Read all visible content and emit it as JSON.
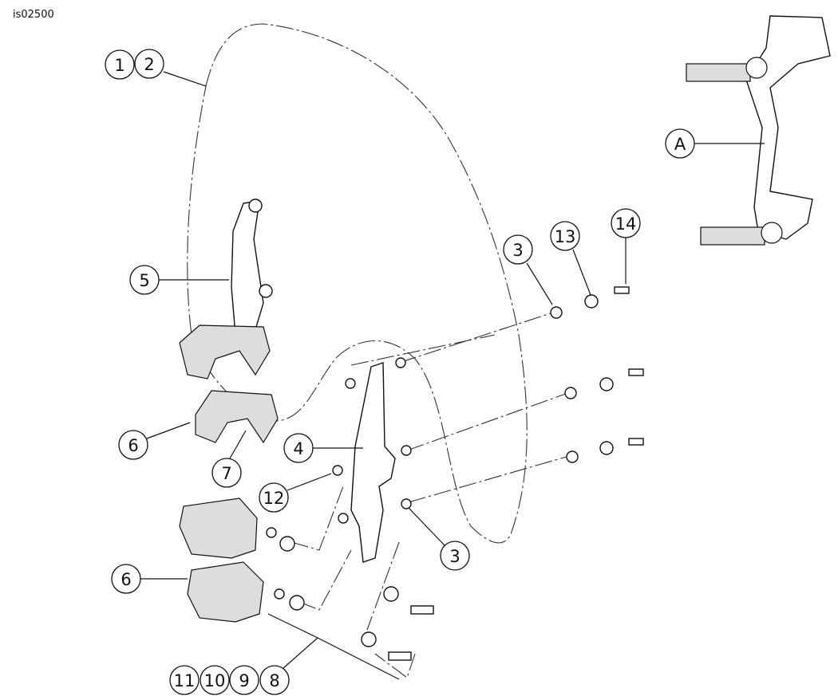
{
  "drawing_code": "is02500",
  "callouts": {
    "c1": "1",
    "c2": "2",
    "cA": "A",
    "c14": "14",
    "c13": "13",
    "c3a": "3",
    "c5": "5",
    "c4": "4",
    "c6a": "6",
    "c7": "7",
    "c12": "12",
    "c3b": "3",
    "c6b": "6",
    "c8": "8",
    "c9": "9",
    "c10": "10",
    "c11": "11"
  }
}
